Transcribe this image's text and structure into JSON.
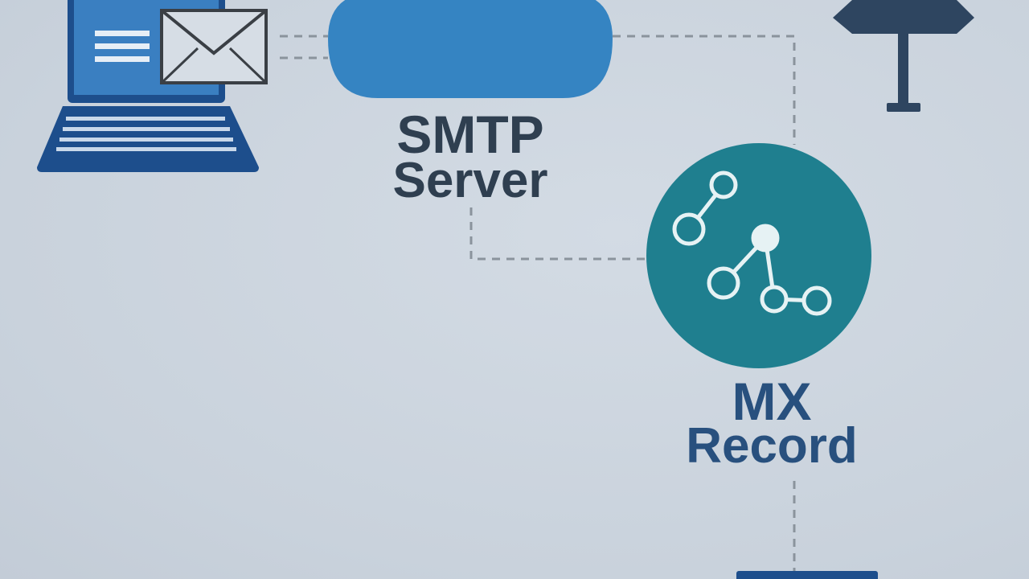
{
  "nodes": {
    "smtp_server": {
      "line1": "SMTP",
      "line2": "Server"
    },
    "mx_record": {
      "line1": "MX",
      "line2": "Record"
    }
  },
  "colors": {
    "background": "#ccd5df",
    "cloud": "#3584c2",
    "laptop": "#1d4e8c",
    "mx_circle": "#1f7f8f",
    "signpost": "#2e4560",
    "connector": "#8a939c",
    "smtp_text": "#2f3f50",
    "mx_text": "#28507e"
  },
  "icons": [
    "laptop-icon",
    "envelope-icon",
    "cloud-icon",
    "signpost-icon",
    "network-graph-icon",
    "server-icon"
  ]
}
